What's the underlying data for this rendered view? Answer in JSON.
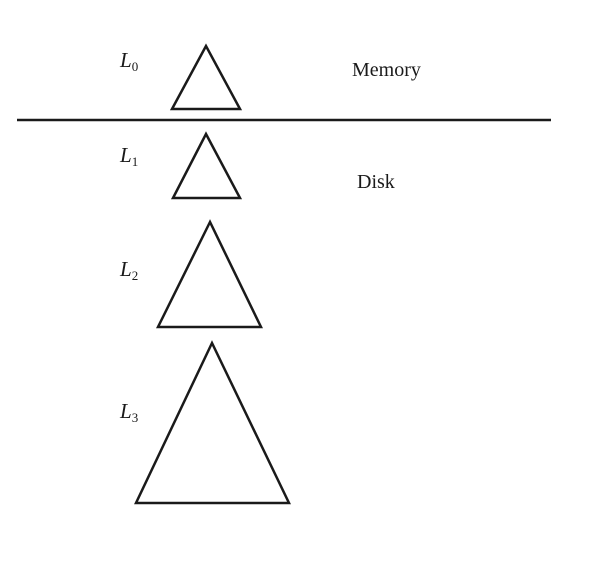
{
  "regions": {
    "top_label": "Memory",
    "bottom_label": "Disk"
  },
  "levels": [
    {
      "letter": "L",
      "index": "0"
    },
    {
      "letter": "L",
      "index": "1"
    },
    {
      "letter": "L",
      "index": "2"
    },
    {
      "letter": "L",
      "index": "3"
    }
  ],
  "colors": {
    "stroke": "#1a1a1a",
    "background": "#ffffff"
  }
}
